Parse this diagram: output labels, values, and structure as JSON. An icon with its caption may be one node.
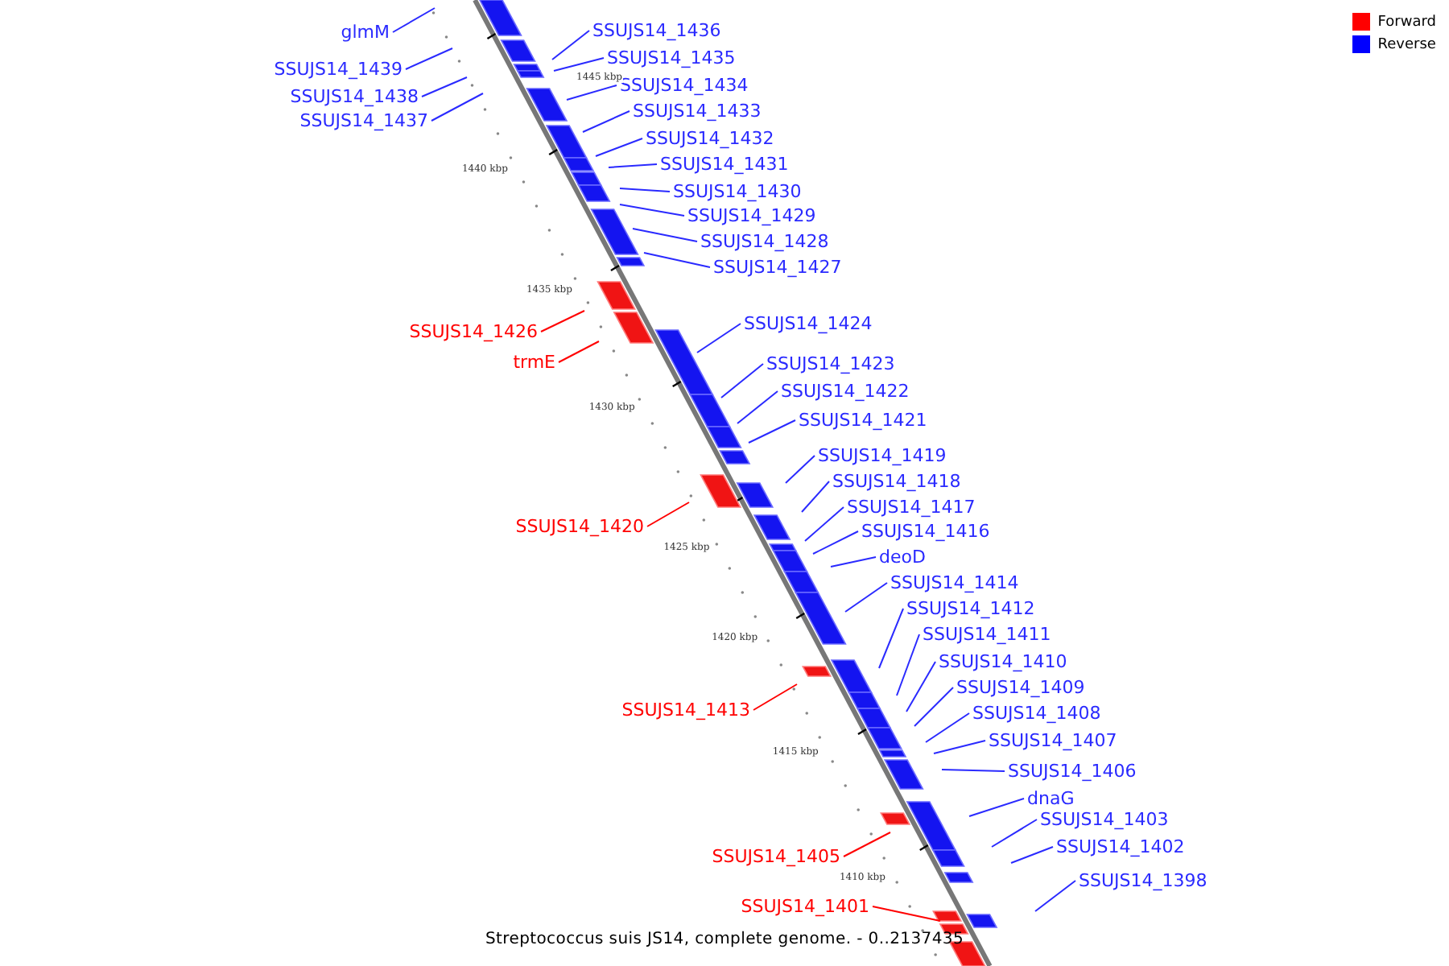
{
  "diagram": {
    "caption": "Streptococcus suis JS14, complete genome. - 0..2137435",
    "nodes": [
      {
        "text": [
          "SSUJS14_1436"
        ]
      },
      {
        "text": [
          "glmM"
        ]
      },
      {
        "text": [
          "SSUJS14_1435"
        ]
      },
      {
        "text": [
          "SSUJS14_1439"
        ]
      },
      {
        "text": [
          "SSUJS14_1434"
        ]
      },
      {
        "text": [
          "SSUJS14_1438"
        ]
      },
      {
        "text": [
          "SSUJS14_1433"
        ]
      },
      {
        "text": [
          "SSUJS14_1437"
        ]
      },
      {
        "text": [
          "SSUJS14_1432"
        ]
      },
      {
        "text": [
          "SSUJS14_1431"
        ]
      },
      {
        "text": [
          "SSUJS14_1430"
        ]
      },
      {
        "text": [
          "SSUJS14_1429"
        ]
      },
      {
        "text": [
          "SSUJS14_1428"
        ]
      },
      {
        "text": [
          "SSUJS14_1427"
        ]
      },
      {
        "text": [
          "SSUJS14_1424"
        ]
      },
      {
        "text": [
          "SSUJS14_1426"
        ]
      },
      {
        "text": [
          "trmE"
        ]
      },
      {
        "text": [
          "SSUJS14_1423"
        ]
      },
      {
        "text": [
          "SSUJS14_1422"
        ]
      },
      {
        "text": [
          "SSUJS14_1421"
        ]
      },
      {
        "text": [
          "SSUJS14_1419"
        ]
      },
      {
        "text": [
          "SSUJS14_1418"
        ]
      },
      {
        "text": [
          "SSUJS14_1417"
        ]
      },
      {
        "text": [
          "SSUJS14_1420"
        ]
      },
      {
        "text": [
          "SSUJS14_1416"
        ]
      },
      {
        "text": [
          "deoD"
        ]
      },
      {
        "text": [
          "SSUJS14_1414"
        ]
      },
      {
        "text": [
          "SSUJS14_1412"
        ]
      },
      {
        "text": [
          "SSUJS14_1411"
        ]
      },
      {
        "text": [
          "SSUJS14_1410"
        ]
      },
      {
        "text": [
          "SSUJS14_1409"
        ]
      },
      {
        "text": [
          "SSUJS14_1413"
        ]
      },
      {
        "text": [
          "SSUJS14_1408"
        ]
      },
      {
        "text": [
          "SSUJS14_1407"
        ]
      },
      {
        "text": [
          "SSUJS14_1406"
        ]
      },
      {
        "text": [
          "dnaG"
        ]
      },
      {
        "text": [
          "SSUJS14_1403"
        ]
      },
      {
        "text": [
          "SSUJS14_1402"
        ]
      },
      {
        "text": [
          "SSUJS14_1405"
        ]
      },
      {
        "text": [
          "SSUJS14_1398"
        ]
      },
      {
        "text": [
          "SSUJS14_1401"
        ]
      }
    ],
    "edges": [
      {
        "from": 0,
        "to": null,
        "arrow": "none"
      },
      {
        "from": 1,
        "to": null,
        "arrow": "none"
      },
      {
        "from": 2,
        "to": null,
        "arrow": "none"
      },
      {
        "from": 3,
        "to": null,
        "arrow": "none"
      },
      {
        "from": 4,
        "to": null,
        "arrow": "none"
      },
      {
        "from": 5,
        "to": null,
        "arrow": "none"
      },
      {
        "from": 6,
        "to": null,
        "arrow": "none"
      },
      {
        "from": 7,
        "to": null,
        "arrow": "none"
      },
      {
        "from": 8,
        "to": null,
        "arrow": "none"
      },
      {
        "from": 9,
        "to": null,
        "arrow": "none"
      },
      {
        "from": 10,
        "to": null,
        "arrow": "none"
      },
      {
        "from": 11,
        "to": null,
        "arrow": "none"
      },
      {
        "from": 12,
        "to": null,
        "arrow": "none"
      },
      {
        "from": 13,
        "to": null,
        "arrow": "none"
      },
      {
        "from": 14,
        "to": null,
        "arrow": "none"
      },
      {
        "from": 15,
        "to": null,
        "arrow": "none",
        "color": "#ff0000"
      },
      {
        "from": 16,
        "to": null,
        "arrow": "none",
        "color": "#ff0000"
      },
      {
        "from": 17,
        "to": null,
        "arrow": "none"
      },
      {
        "from": 18,
        "to": null,
        "arrow": "none"
      },
      {
        "from": 19,
        "to": null,
        "arrow": "none"
      },
      {
        "from": 20,
        "to": null,
        "arrow": "none"
      },
      {
        "from": 21,
        "to": null,
        "arrow": "none"
      },
      {
        "from": 22,
        "to": null,
        "arrow": "none"
      },
      {
        "from": 23,
        "to": null,
        "arrow": "none",
        "color": "#ff0000"
      },
      {
        "from": 24,
        "to": null,
        "arrow": "none"
      },
      {
        "from": 25,
        "to": null,
        "arrow": "none"
      },
      {
        "from": 26,
        "to": null,
        "arrow": "none"
      },
      {
        "from": 27,
        "to": null,
        "arrow": "none"
      },
      {
        "from": 28,
        "to": null,
        "arrow": "none"
      },
      {
        "from": 29,
        "to": null,
        "arrow": "none"
      },
      {
        "from": 30,
        "to": null,
        "arrow": "none"
      },
      {
        "from": 31,
        "to": null,
        "arrow": "none",
        "color": "#ff0000"
      },
      {
        "from": 32,
        "to": null,
        "arrow": "none"
      },
      {
        "from": 33,
        "to": null,
        "arrow": "none"
      },
      {
        "from": 34,
        "to": null,
        "arrow": "none"
      },
      {
        "from": 35,
        "to": null,
        "arrow": "none"
      },
      {
        "from": 36,
        "to": null,
        "arrow": "none"
      },
      {
        "from": 37,
        "to": null,
        "arrow": "none"
      },
      {
        "from": 38,
        "to": null,
        "arrow": "none",
        "color": "#ff0000"
      },
      {
        "from": 39,
        "to": null,
        "arrow": "none"
      },
      {
        "from": 40,
        "to": null,
        "arrow": "none",
        "color": "#ff0000"
      }
    ],
    "labels": [
      "1445 kbp",
      "1440 kbp",
      "1435 kbp",
      "1430 kbp",
      "1425 kbp",
      "1420 kbp",
      "1415 kbp",
      "1410 kbp"
    ],
    "legend": [
      {
        "text": "Forward",
        "color": "#ff0000"
      },
      {
        "text": "Reverse",
        "color": "#0000ff"
      }
    ]
  }
}
